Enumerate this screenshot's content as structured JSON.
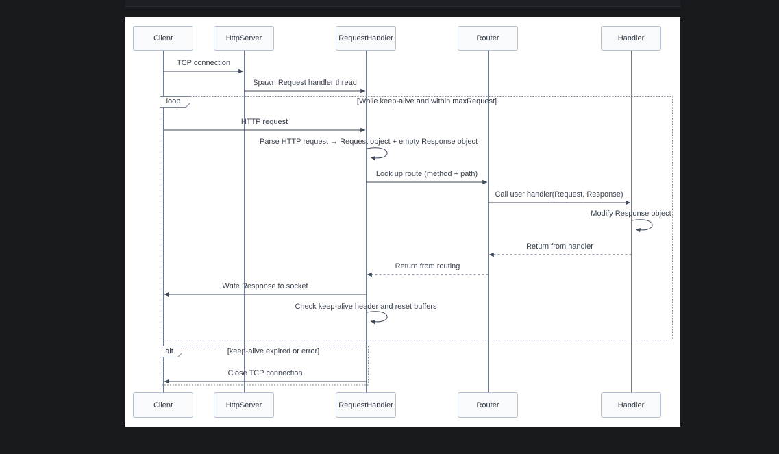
{
  "app": {
    "theme_background": "#18191c",
    "canvas_background": "#ffffff"
  },
  "diagram": {
    "type": "sequence",
    "participants": [
      {
        "name": "Client"
      },
      {
        "name": "HttpServer"
      },
      {
        "name": "RequestHandler"
      },
      {
        "name": "Router"
      },
      {
        "name": "Handler"
      }
    ],
    "fragments": [
      {
        "operator": "loop",
        "guard": "[While keep-alive and within maxRequest]"
      },
      {
        "operator": "alt",
        "guard": "[keep-alive expired or error]"
      }
    ],
    "messages": [
      {
        "from": "Client",
        "to": "HttpServer",
        "label": "TCP connection",
        "line": "solid"
      },
      {
        "from": "HttpServer",
        "to": "RequestHandler",
        "label": "Spawn Request handler thread",
        "line": "solid"
      },
      {
        "from": "Client",
        "to": "RequestHandler",
        "label": "HTTP request",
        "line": "solid"
      },
      {
        "from": "RequestHandler",
        "to": "RequestHandler",
        "label": "Parse HTTP request → Request object + empty Response object",
        "line": "self"
      },
      {
        "from": "RequestHandler",
        "to": "Router",
        "label": "Look up route (method + path)",
        "line": "solid"
      },
      {
        "from": "Router",
        "to": "Handler",
        "label": "Call user handler(Request, Response)",
        "line": "solid"
      },
      {
        "from": "Handler",
        "to": "Handler",
        "label": "Modify Response object",
        "line": "self"
      },
      {
        "from": "Handler",
        "to": "Router",
        "label": "Return from handler",
        "line": "dashed"
      },
      {
        "from": "Router",
        "to": "RequestHandler",
        "label": "Return from routing",
        "line": "dashed"
      },
      {
        "from": "RequestHandler",
        "to": "Client",
        "label": "Write Response to socket",
        "line": "solid"
      },
      {
        "from": "RequestHandler",
        "to": "RequestHandler",
        "label": "Check keep-alive header and reset buffers",
        "line": "self"
      },
      {
        "from": "RequestHandler",
        "to": "Client",
        "label": "Close TCP connection",
        "line": "solid"
      }
    ],
    "colors": {
      "message_line": "#3f4a5b",
      "lifeline": "#6f7c90",
      "participant_fill": "#f8fafc",
      "participant_border": "#b3bfd2",
      "fragment_border": "#7d8799",
      "text": "#39414e"
    }
  }
}
